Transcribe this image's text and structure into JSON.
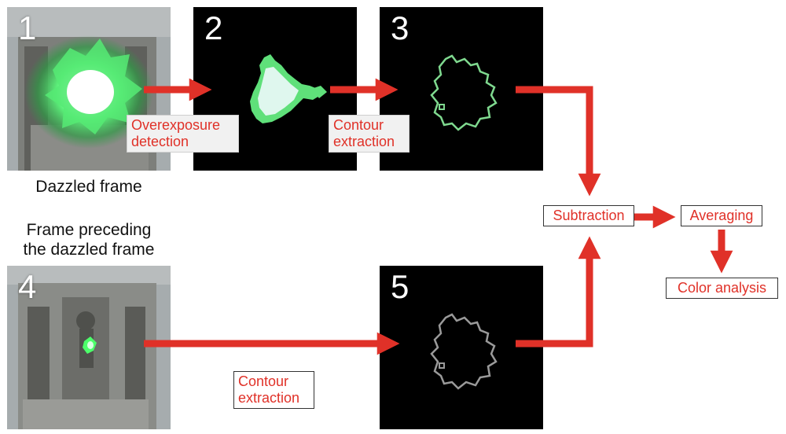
{
  "panels": {
    "p1": {
      "number": "1",
      "caption": "Dazzled frame"
    },
    "p2": {
      "number": "2"
    },
    "p3": {
      "number": "3"
    },
    "p4": {
      "number": "4",
      "caption_line1": "Frame preceding",
      "caption_line2": "the dazzled frame"
    },
    "p5": {
      "number": "5"
    }
  },
  "steps": {
    "overexposure_line1": "Overexposure",
    "overexposure_line2": "detection",
    "contour_top_line1": "Contour",
    "contour_top_line2": "extraction",
    "contour_bottom_line1": "Contour",
    "contour_bottom_line2": "extraction",
    "subtraction": "Subtraction",
    "averaging": "Averaging",
    "color_analysis": "Color analysis"
  },
  "colors": {
    "arrow": "#e03128",
    "label_text": "#e03128",
    "contour_green": "#7fd98f",
    "contour_grey": "#9a9a9a",
    "laser_green": "#4cff6a"
  }
}
